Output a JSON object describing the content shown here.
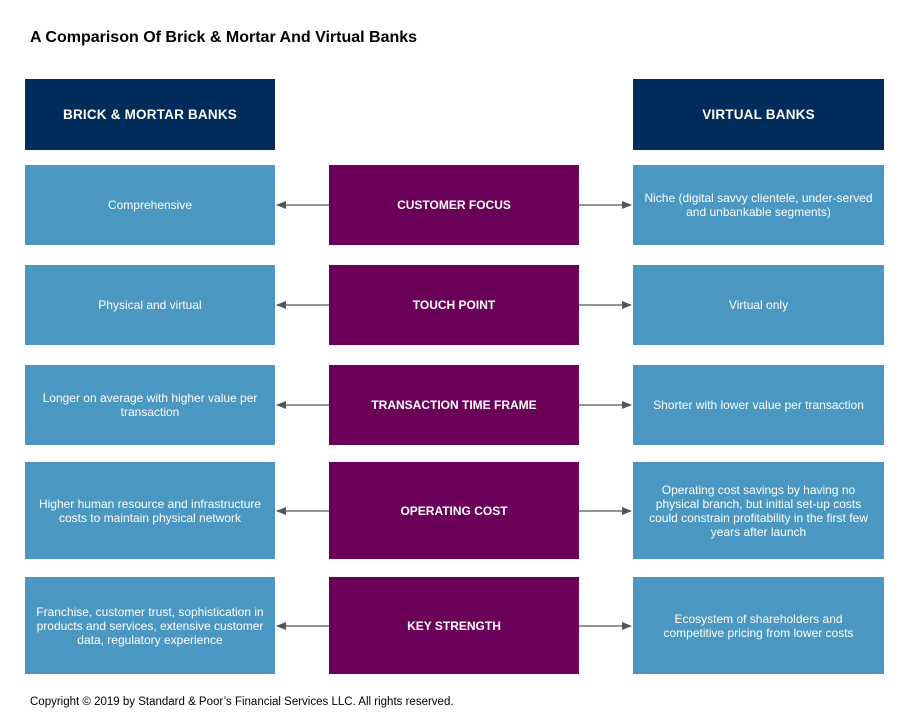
{
  "title": "A Comparison Of Brick & Mortar And Virtual Banks",
  "headers": {
    "left": "BRICK & MORTAR BANKS",
    "right": "VIRTUAL BANKS"
  },
  "rows": [
    {
      "category": "CUSTOMER FOCUS",
      "brick_mortar": "Comprehensive",
      "virtual": "Niche (digital savvy clientele, under-served and unbankable segments)"
    },
    {
      "category": "TOUCH POINT",
      "brick_mortar": "Physical and virtual",
      "virtual": "Virtual only"
    },
    {
      "category": "TRANSACTION TIME FRAME",
      "brick_mortar": "Longer on average with higher value per transaction",
      "virtual": "Shorter with lower value per transaction"
    },
    {
      "category": "OPERATING COST",
      "brick_mortar": "Higher human resource and infrastructure costs to maintain physical network",
      "virtual": "Operating cost savings by having no physical branch, but initial set-up costs could constrain profitability in the first few years after launch"
    },
    {
      "category": "KEY STRENGTH",
      "brick_mortar": "Franchise, customer trust, sophistication in products and services, extensive customer data, regulatory experience",
      "virtual": "Ecosystem of shareholders and competitive pricing from lower costs"
    }
  ],
  "copyright": "Copyright © 2019 by Standard & Poor’s Financial Services LLC. All rights reserved.",
  "colors": {
    "header": "#002c5c",
    "side_box": "#4a97c2",
    "center_box": "#6a0058",
    "arrow": "#555555"
  }
}
